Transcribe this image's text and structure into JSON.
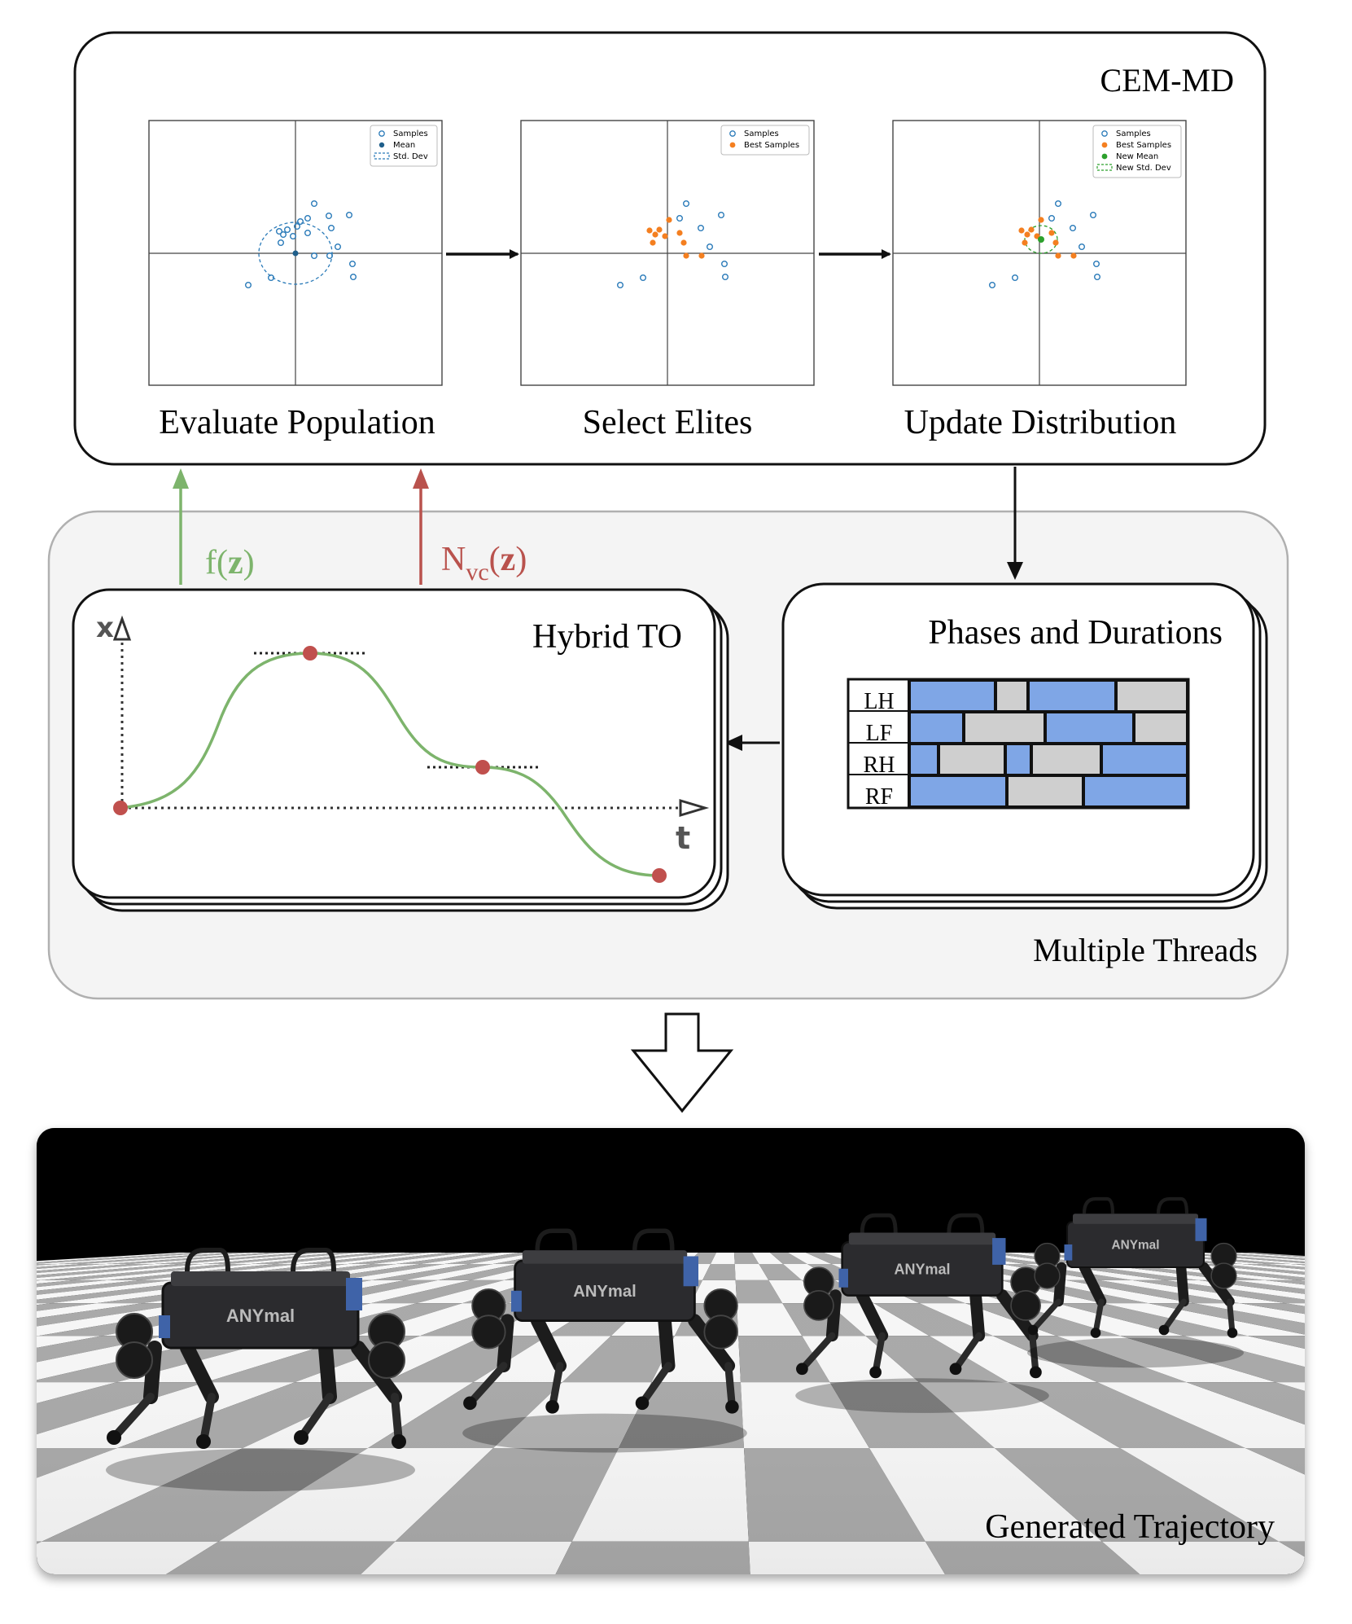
{
  "cem_md": {
    "title": "CEM-MD",
    "steps": [
      "Evaluate Population",
      "Select Elites",
      "Update Distribution"
    ],
    "legends": [
      [
        "Samples",
        "Mean",
        "Std. Dev"
      ],
      [
        "Samples",
        "Best Samples"
      ],
      [
        "Samples",
        "Best Samples",
        "New Mean",
        "New Std. Dev"
      ]
    ]
  },
  "threads": {
    "label": "Multiple Threads",
    "f_label": "f(z)",
    "n_label_base": "N",
    "n_label_sub": "vc",
    "n_label_arg": "(z)"
  },
  "hybrid_to": {
    "title": "Hybrid TO",
    "x_axis": "x",
    "t_axis": "t"
  },
  "phases": {
    "title": "Phases and Durations",
    "legs": [
      "LH",
      "LF",
      "RH",
      "RF"
    ]
  },
  "robot_logos": [
    "ANYmal",
    "ANYmal",
    "ANYmal",
    "ANYmal"
  ],
  "result": {
    "label": "Generated Trajectory"
  },
  "colors": {
    "green_arrow": "#7db46c",
    "red_arrow": "#b9524d",
    "stance_blue": "#7fa6e6",
    "swing_gray": "#cfcfcf",
    "sample_blue": "#2b7bb9",
    "elite_orange": "#f47f20",
    "mean_green": "#2ca02c",
    "curve_green": "#7db46c",
    "waypoint_red": "#c0504d"
  }
}
